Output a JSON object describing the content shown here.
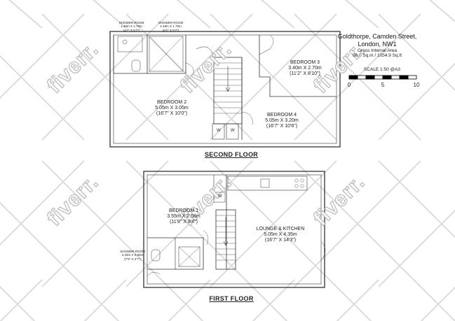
{
  "header": {
    "address": "Goldthorpe, Camden Street, London, NW1",
    "area_label": "Gross Internal Area",
    "area_value": "98.0 Sq.m / 1054.9 Sq.ft",
    "scale_label": "SCALE 1:50 @A3",
    "scale_ticks": [
      "0",
      "5",
      "10"
    ]
  },
  "second_floor": {
    "label": "SECOND FLOOR",
    "rooms": {
      "shower_room_1": {
        "name": "SHOWER ROOM",
        "dims": "1.40m X 1.70m",
        "imperial": "(4'7\" X 5'7\")"
      },
      "shower_room_2": {
        "name": "SHOWER ROOM",
        "dims": "2.48m X 1.70m",
        "imperial": "(8'2\" X 5'7\")"
      },
      "bedroom_3": {
        "name": "BEDROOM 3",
        "dims": "3.40m X 2.70m",
        "imperial": "(11'2\" X 8'10\")"
      },
      "bedroom_2": {
        "name": "BEDROOM 2",
        "dims": "5.05m X 3.05m",
        "imperial": "(16'7\" X 10'0\")"
      },
      "bedroom_4": {
        "name": "BEDROOM 4",
        "dims": "5.05m X 3.20m",
        "imperial": "(16'7\" X 10'6\")"
      }
    },
    "wardrobe_labels": [
      "W",
      "W"
    ]
  },
  "first_floor": {
    "label": "FIRST FLOOR",
    "rooms": {
      "bedroom_1": {
        "name": "BEDROOM 1",
        "dims": "3.55m X 2.58m",
        "imperial": "(11'8\" X 8'4\")"
      },
      "shower_room": {
        "name": "SHOWER ROOM",
        "dims": "2.33m X 0.80m",
        "imperial": "(7'8\" X 2'7\")"
      },
      "lounge_kitchen": {
        "name": "LOUNGE & KITCHEN",
        "dims": "5.05m X 4.35m",
        "imperial": "(16'7\" X 14'3\")"
      }
    },
    "wardrobe_label": "W"
  },
  "watermark": "fiverr."
}
